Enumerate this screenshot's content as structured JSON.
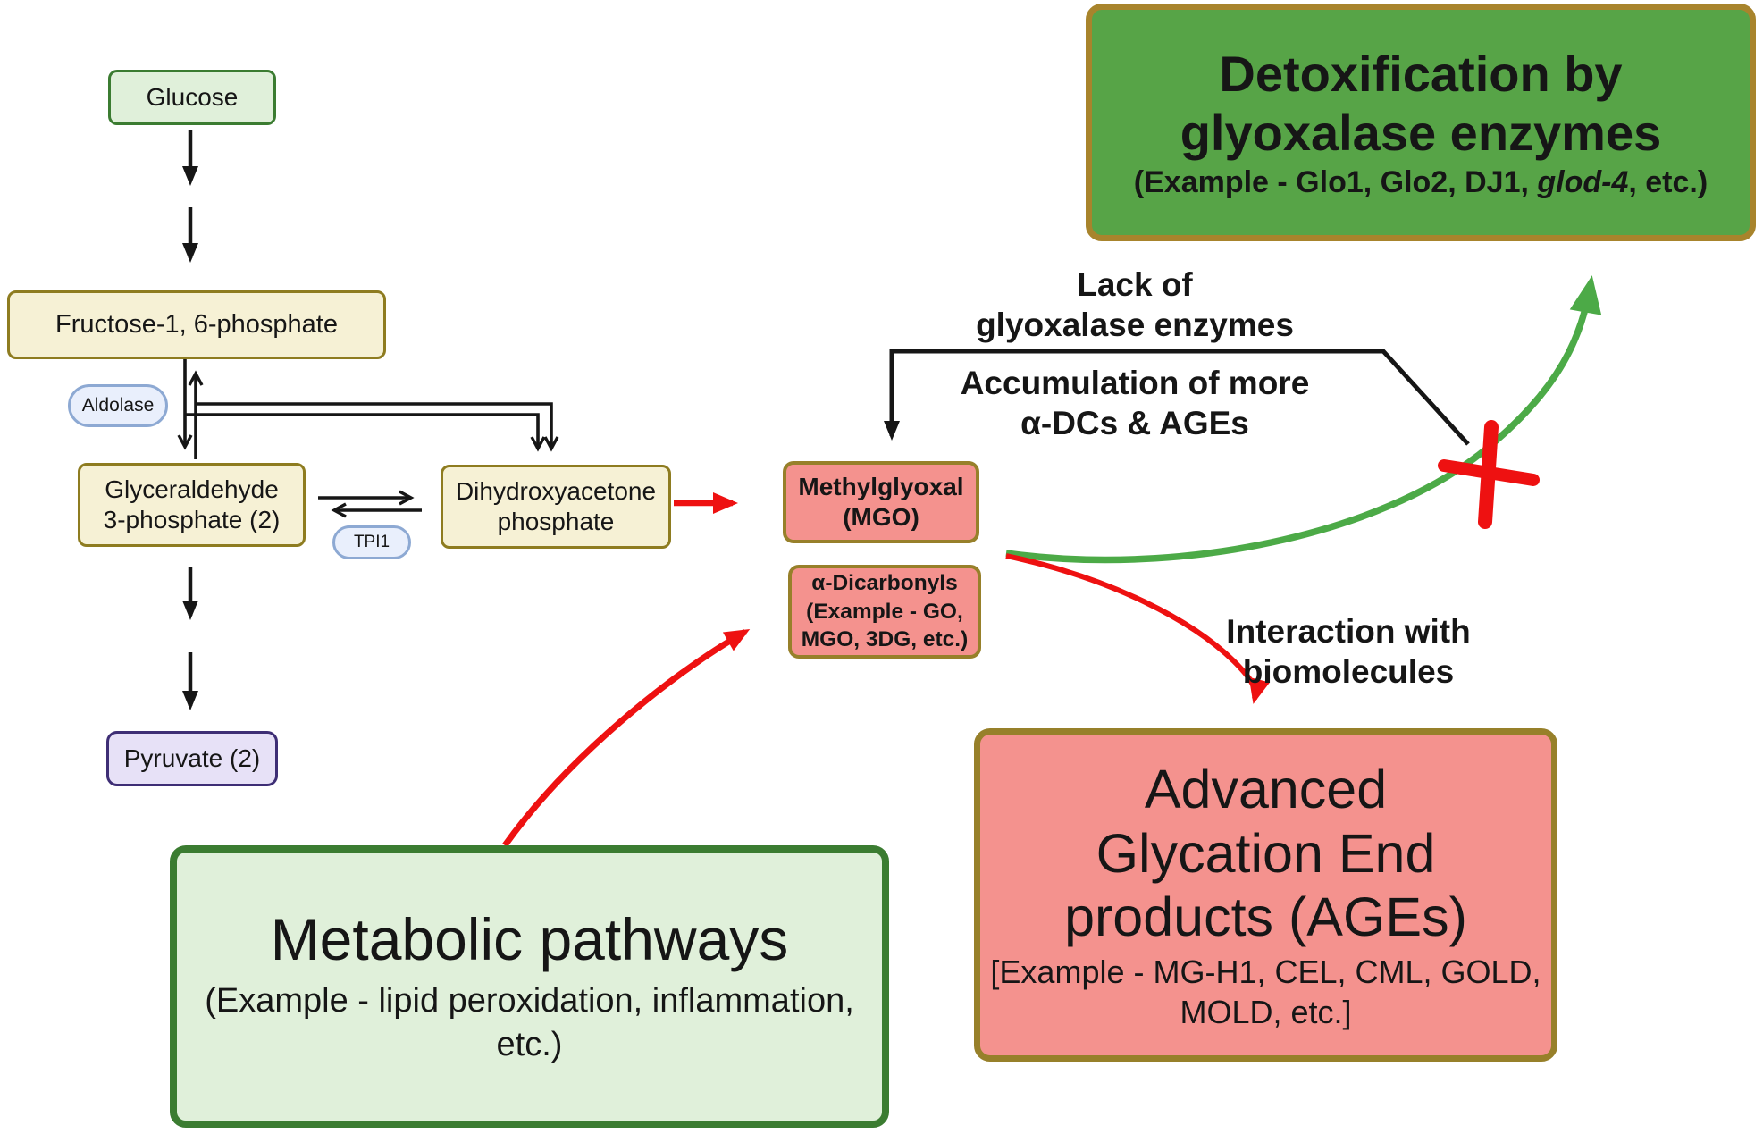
{
  "colors": {
    "salmon": "#f4928e",
    "salmon-border": "#97802a",
    "green-fill": "#57a447",
    "gold-border": "#a8842c",
    "lightgreen-fill": "#e0f0da",
    "darkgreen-border": "#3b7c31",
    "cream-fill": "#f6f1d5",
    "cream-border": "#8e7c20",
    "blue-fill": "#e9effc",
    "blue-border": "#8da9d3",
    "purple-fill": "#e7e1f7",
    "purple-border": "#3e2e75",
    "red": "#ee1111",
    "arrow-green": "#4caa47",
    "ink": "#161616"
  },
  "nodes": {
    "glucose": {
      "label": "Glucose"
    },
    "fructose": {
      "label": "Fructose-1, 6-phosphate"
    },
    "aldolase": {
      "label": "Aldolase"
    },
    "glyceraldehyde": {
      "line1": "Glyceraldehyde",
      "line2": "3-phosphate (2)"
    },
    "tpi1": {
      "label": "TPI1"
    },
    "dhap": {
      "line1": "Dihydroxyacetone",
      "line2": "phosphate"
    },
    "pyruvate": {
      "label": "Pyruvate (2)"
    },
    "mgo": {
      "line1": "Methylglyoxal",
      "line2": "(MGO)"
    },
    "dicarbonyls": {
      "line1": "α-Dicarbonyls",
      "line2": "(Example - GO,",
      "line3": "MGO, 3DG, etc.)"
    },
    "detox": {
      "title1": "Detoxification by",
      "title2": "glyoxalase enzymes",
      "sub_pre": "(Example - Glo1, Glo2, DJ1, ",
      "sub_italic": "glod-4",
      "sub_post": ", etc.)"
    },
    "ages": {
      "title1": "Advanced",
      "title2": "Glycation End",
      "title3": "products (AGEs)",
      "sub1": "[Example - MG-H1, CEL, CML, GOLD,",
      "sub2": "MOLD, etc.]"
    },
    "metabolic": {
      "title": "Metabolic pathways",
      "sub1": "(Example - lipid peroxidation, inflammation,",
      "sub2": "etc.)"
    }
  },
  "labels": {
    "lack": {
      "line1": "Lack of",
      "line2": "glyoxalase enzymes"
    },
    "accumulation": {
      "line1": "Accumulation of more",
      "line2": "α-DCs & AGEs"
    },
    "interaction": {
      "line1": "Interaction with",
      "line2": "biomolecules"
    }
  }
}
